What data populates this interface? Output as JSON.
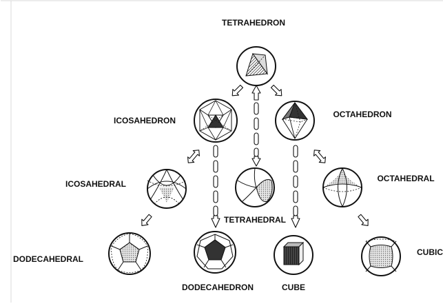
{
  "labels": {
    "tetrahedron": "TETRAHEDRON",
    "icosahedron": "ICOSAHEDRON",
    "octahedron": "OCTAHEDRON",
    "icosahedral": "ICOSAHEDRAL",
    "tetrahedral": "TETRAHEDRAL",
    "octahedral": "OCTAHEDRAL",
    "dodecahedral": "DODECAHEDRAL",
    "dodecahedron": "DODECAHEDRON",
    "cube": "CUBE",
    "cubic": "CUBIC"
  },
  "colors": {
    "stroke": "#111111",
    "fill": "#ffffff",
    "shade": "#555555",
    "dots": "#9a9a9a"
  }
}
